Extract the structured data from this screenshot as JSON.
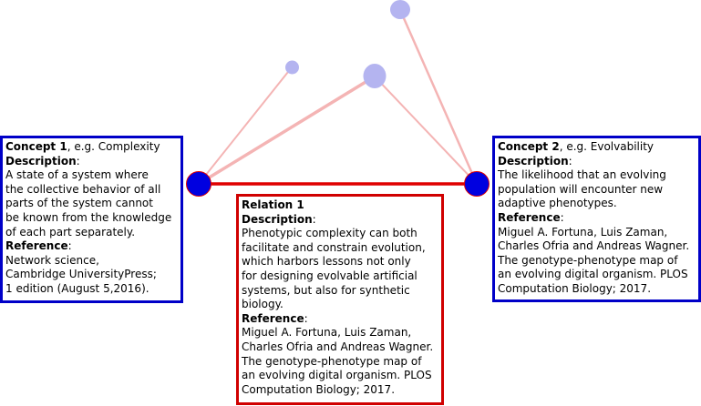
{
  "colors": {
    "concept_border": "#0000c8",
    "relation_border": "#d00000",
    "node_main": "#0000e0",
    "node_ghost": "#b4b4f0",
    "edge_main": "#e00000",
    "edge_ghost": "#f4b4b4"
  },
  "concept1": {
    "title_bold": "Concept 1",
    "title_rest": ", e.g. Complexity",
    "description_label": "Description",
    "description_lines": [
      "A state of a system where",
      "the collective behavior of all",
      " parts of the system cannot",
      "be known from the knowledge",
      " of each part separately."
    ],
    "reference_label": "Reference",
    "reference_lines": [
      "Network science,",
      "Cambridge UniversityPress;",
      "1 edition (August 5,2016)."
    ]
  },
  "concept2": {
    "title_bold": "Concept 2",
    "title_rest": ", e.g. Evolvability",
    "description_label": "Description",
    "description_lines": [
      "The likelihood that an evolving",
      "population will encounter new",
      "adaptive phenotypes."
    ],
    "reference_label": "Reference",
    "reference_lines": [
      "Miguel A. Fortuna, Luis Zaman,",
      "Charles Ofria and Andreas Wagner.",
      "The genotype-phenotype map of",
      "an evolving digital organism. PLOS",
      "Computation Biology; 2017."
    ]
  },
  "relation1": {
    "title_bold": "Relation 1",
    "description_label": "Description",
    "description_lines": [
      "Phenotypic complexity can both",
      "facilitate and constrain evolution,",
      "which harbors lessons not only",
      "for designing evolvable artificial",
      "systems, but also for synthetic",
      "biology."
    ],
    "reference_label": "Reference",
    "reference_lines": [
      "Miguel A. Fortuna, Luis Zaman,",
      "Charles Ofria and Andreas Wagner.",
      "The genotype-phenotype map of",
      "an evolving digital organism. PLOS",
      "Computation Biology; 2017."
    ]
  }
}
